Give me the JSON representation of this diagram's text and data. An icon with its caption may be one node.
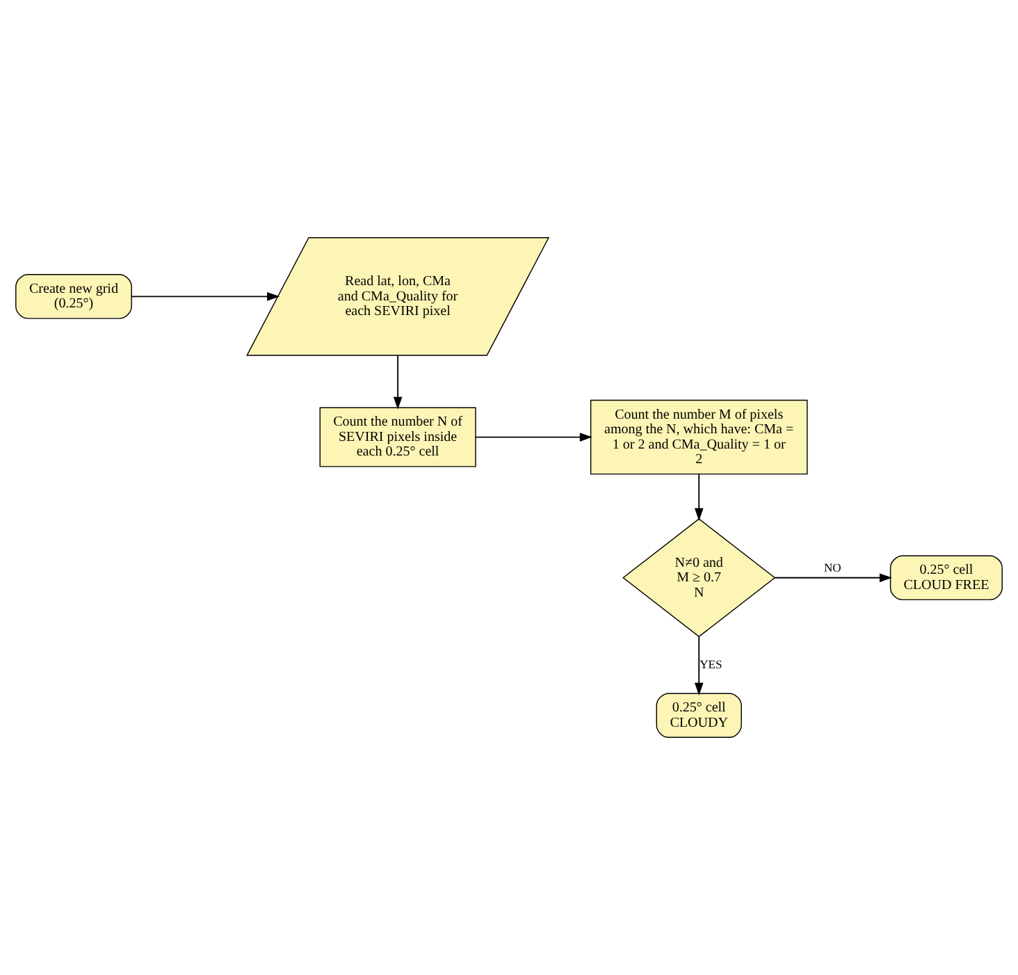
{
  "diagram": {
    "nodes": [
      {
        "text": [
          "Create new grid (0.25°)"
        ]
      },
      {
        "text": [
          "Read lat, lon, CMa and CMa_Quality for each SEVIRI pixel"
        ]
      },
      {
        "text": [
          "Count the number N of SEVIRI pixels inside each 0.25° cell"
        ]
      },
      {
        "text": [
          "Count the number M of pixels among the N, which have: CMa = 1 or 2 and CMa_Quality = 1 or 2"
        ]
      },
      {
        "text": [
          "N≠0 and M ≥ 0.7 N"
        ]
      },
      {
        "text": [
          "0.25° cell CLOUD FREE"
        ]
      },
      {
        "text": [
          "0.25° cell CLOUDY"
        ]
      }
    ],
    "edges": [
      {
        "from": 0,
        "to": 1,
        "arrow": "to"
      },
      {
        "from": 1,
        "to": 2,
        "arrow": "to"
      },
      {
        "from": 2,
        "to": 3,
        "arrow": "to"
      },
      {
        "from": 3,
        "to": 4,
        "arrow": "to"
      },
      {
        "from": 4,
        "to": 5,
        "arrow": "to",
        "label": "NO"
      },
      {
        "from": 4,
        "to": 6,
        "arrow": "to",
        "label": "YES"
      }
    ]
  }
}
